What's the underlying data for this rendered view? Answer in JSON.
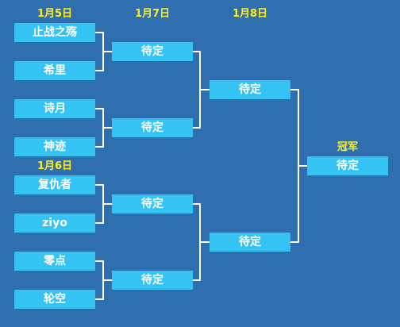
{
  "dates": {
    "round1_top": "1月5日",
    "round1_bottom": "1月6日",
    "round2": "1月7日",
    "round3": "1月8日",
    "final": "冠军"
  },
  "round1": [
    {
      "label": "止战之殇"
    },
    {
      "label": "希里"
    },
    {
      "label": "诗月"
    },
    {
      "label": "神迹"
    },
    {
      "label": "复仇者"
    },
    {
      "label": "ziyo"
    },
    {
      "label": "零点"
    },
    {
      "label": "轮空"
    }
  ],
  "round2": [
    {
      "label": "待定"
    },
    {
      "label": "待定"
    },
    {
      "label": "待定"
    },
    {
      "label": "待定"
    }
  ],
  "round3": [
    {
      "label": "待定"
    },
    {
      "label": "待定"
    }
  ],
  "champion": {
    "label": "待定"
  }
}
